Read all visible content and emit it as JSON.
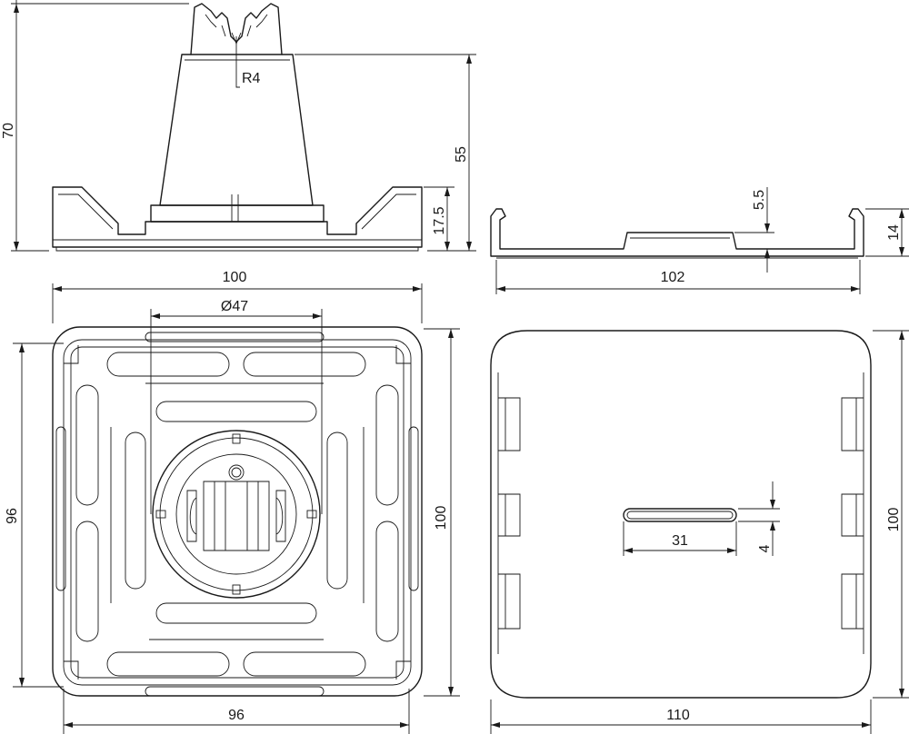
{
  "dimensions": {
    "side_total_height": "70",
    "side_radius": "R4",
    "side_body_height": "55",
    "side_base_height": "17.5",
    "lid_rib_height": "5.5",
    "lid_height": "14",
    "lid_length": "102",
    "top_width": "100",
    "top_ring_diameter": "Ø47",
    "top_inner_height": "96",
    "top_outer_height": "100",
    "top_inner_width": "96",
    "lid_slot_length": "31",
    "lid_slot_width": "4",
    "lid_outer_height": "100",
    "lid_outer_width": "110"
  }
}
